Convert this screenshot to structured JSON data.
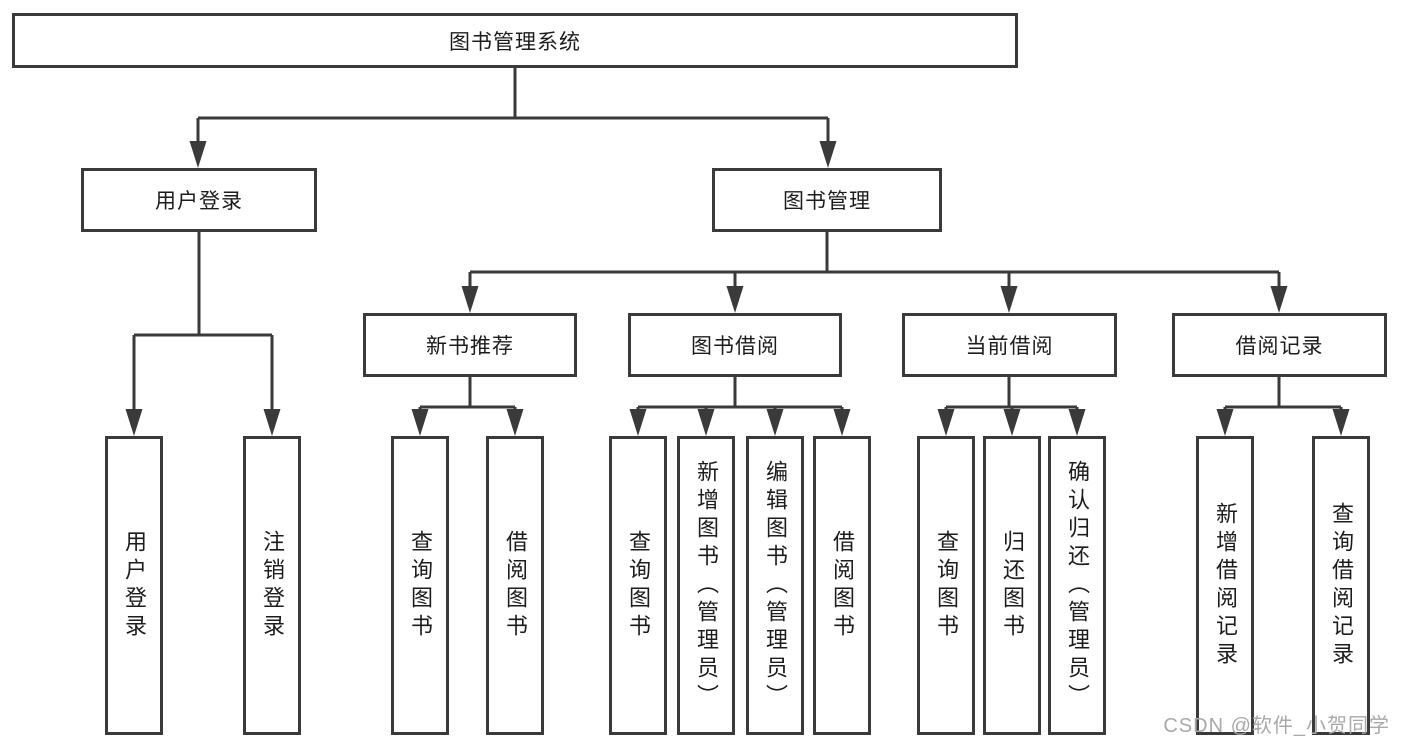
{
  "diagram": {
    "root": "图书管理系统",
    "level2": {
      "user_login": "用户登录",
      "book_mgmt": "图书管理"
    },
    "level3": {
      "new_books": "新书推荐",
      "book_borrow": "图书借阅",
      "current_borrow": "当前借阅",
      "borrow_records": "借阅记录"
    },
    "leaves": {
      "user_login": "用户登录",
      "logout": "注销登录",
      "nb_query": "查询图书",
      "nb_borrow": "借阅图书",
      "bb_query": "查询图书",
      "bb_add": "新增图书（管理员）",
      "bb_edit": "编辑图书（管理员）",
      "bb_borrow": "借阅图书",
      "cb_query": "查询图书",
      "cb_return": "归还图书",
      "cb_confirm": "确认归还（管理员）",
      "br_add": "新增借阅记录",
      "br_query": "查询借阅记录"
    },
    "edges": [
      {
        "from": "图书管理系统",
        "to": [
          "用户登录",
          "图书管理"
        ]
      },
      {
        "from": "用户登录",
        "to": [
          "用户登录",
          "注销登录"
        ]
      },
      {
        "from": "图书管理",
        "to": [
          "新书推荐",
          "图书借阅",
          "当前借阅",
          "借阅记录"
        ]
      },
      {
        "from": "新书推荐",
        "to": [
          "查询图书",
          "借阅图书"
        ]
      },
      {
        "from": "图书借阅",
        "to": [
          "查询图书",
          "新增图书（管理员）",
          "编辑图书（管理员）",
          "借阅图书"
        ]
      },
      {
        "from": "当前借阅",
        "to": [
          "查询图书",
          "归还图书",
          "确认归还（管理员）"
        ]
      },
      {
        "from": "借阅记录",
        "to": [
          "新增借阅记录",
          "查询借阅记录"
        ]
      }
    ],
    "watermark": "CSDN @软件_小贺同学",
    "colors": {
      "line": "#3a3a3a",
      "text": "#1c1c1c",
      "box_background": "#ffffff",
      "watermark": "#a9a9a9",
      "background": "#ffffff"
    }
  }
}
